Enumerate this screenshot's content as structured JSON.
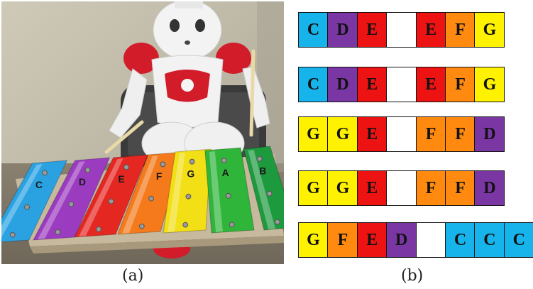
{
  "palette": {
    "C": "#17b4ec",
    "D": "#7a37a3",
    "E": "#ee1313",
    "F": "#ff8a0f",
    "G": "#fef200",
    "A": "#27b534",
    "blank": "#ffffff"
  },
  "xylophone": {
    "bars": [
      {
        "label": "C",
        "color": "#2aa2e2"
      },
      {
        "label": "D",
        "color": "#9b3bc0"
      },
      {
        "label": "E",
        "color": "#e52722"
      },
      {
        "label": "F",
        "color": "#f47a1c"
      },
      {
        "label": "G",
        "color": "#f3df16"
      },
      {
        "label": "A",
        "color": "#2fb53a"
      },
      {
        "label": "B",
        "color": "#1e9a3e"
      }
    ]
  },
  "sequences": [
    [
      "C",
      "D",
      "E",
      "",
      "E",
      "F",
      "G"
    ],
    [
      "C",
      "D",
      "E",
      "",
      "E",
      "F",
      "G"
    ],
    [
      "G",
      "G",
      "E",
      "",
      "F",
      "F",
      "D"
    ],
    [
      "G",
      "G",
      "E",
      "",
      "F",
      "F",
      "D"
    ],
    [
      "G",
      "F",
      "E",
      "D",
      "",
      "C",
      "C",
      "C"
    ]
  ],
  "captions": {
    "a": "(a)",
    "b": "(b)"
  }
}
